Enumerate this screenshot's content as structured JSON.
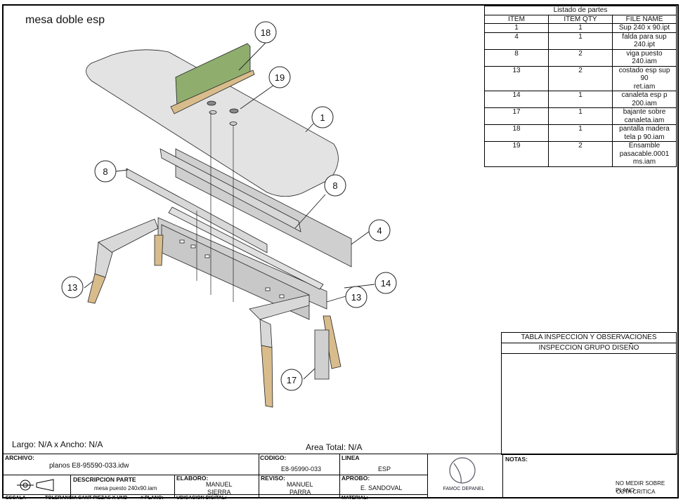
{
  "drawing": {
    "title": "mesa doble esp"
  },
  "parts_list": {
    "caption": "Listado de partes",
    "headers": [
      "ITEM",
      "ITEM QTY",
      "FILE NAME"
    ],
    "rows": [
      {
        "item": "1",
        "qty": "1",
        "file1": "Sup 240 x 90.ipt",
        "file2": ""
      },
      {
        "item": "4",
        "qty": "1",
        "file1": "falda para sup",
        "file2": "240.ipt"
      },
      {
        "item": "8",
        "qty": "2",
        "file1": "viga puesto",
        "file2": "240.iam"
      },
      {
        "item": "13",
        "qty": "2",
        "file1": "costado esp sup 90",
        "file2": "ret.iam"
      },
      {
        "item": "14",
        "qty": "1",
        "file1": "canaleta esp p",
        "file2": "200.iam"
      },
      {
        "item": "17",
        "qty": "1",
        "file1": "bajante sobre",
        "file2": "canaleta.iam"
      },
      {
        "item": "18",
        "qty": "1",
        "file1": "pantalla madera",
        "file2": "tela  p 90.iam"
      },
      {
        "item": "19",
        "qty": "2",
        "file1": "Ensamble",
        "file2": "pasacable.0001",
        "file3": "ms.iam"
      }
    ]
  },
  "balloons": [
    "18",
    "19",
    "1",
    "8",
    "8",
    "4",
    "13",
    "13",
    "14",
    "17"
  ],
  "inspection": {
    "title": "TABLA INSPECCION Y OBSERVACIONES",
    "subtitle": "INSPECCION GRUPO DISEÑO"
  },
  "dimensions_text": "Largo: N/A x Ancho: N/A",
  "area_text": "Area Total: N/A",
  "title_block": {
    "archivo_label": "ARCHIVO:",
    "archivo_value": "planos E8-95590-033.idw",
    "codigo_label": "CODIGO:",
    "codigo_value": "E8-95990-033",
    "linea_label": "LINEA",
    "linea_value": "ESP",
    "descripcion_label": "DESCRIPCION PARTE",
    "descripcion_value": "mesa puesto 240x90.iam",
    "elaboro_label": "ELABORO:",
    "elaboro_value1": "MANUEL",
    "elaboro_value2": "SIERRA",
    "reviso_label": "REVISO:",
    "reviso_value1": "MANUEL",
    "reviso_value2": "PARRA",
    "aprobo_label": "APROBO:",
    "aprobo_value": "E. SANDOVAL",
    "escala_label": "ESCALA",
    "tolerancia_label": "TOLERANCIA",
    "cant_label": "CANT PIEZAS X UND",
    "plano_label": "# PLANO:",
    "ubicacion_label": "UBICACION DIGITAL:",
    "material_label": "MATERIAL:",
    "notas_label": "NOTAS:",
    "note1": "NO MEDIR SOBRE PLANO",
    "note2": "COTA CRITICA",
    "logo_text": "FAMOC DEPANEL"
  },
  "colors": {
    "panel_green": "#8fae6e",
    "wood": "#d9bc8c",
    "metal": "#d8d8d8",
    "tabletop": "#e3e3e3"
  }
}
